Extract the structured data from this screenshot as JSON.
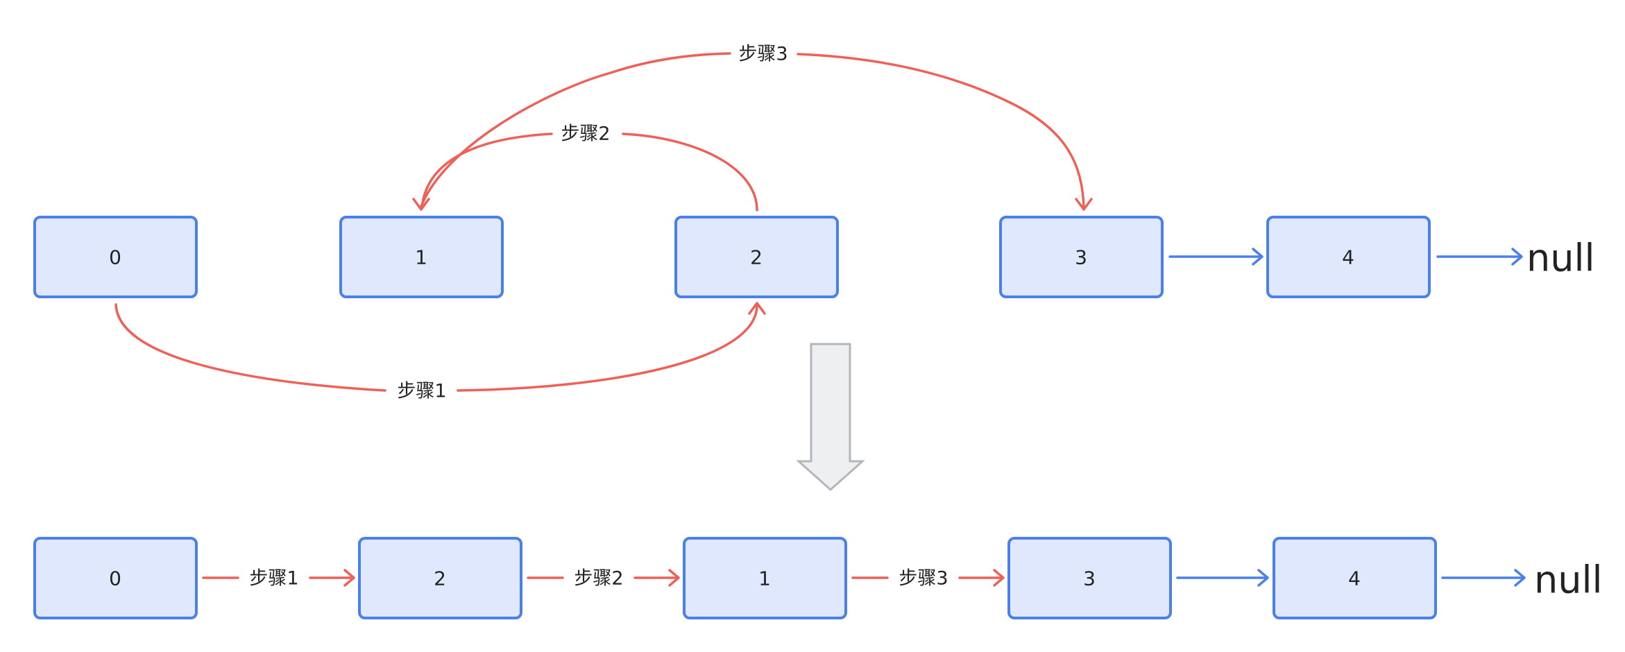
{
  "top_row": {
    "nodes": [
      "0",
      "1",
      "2",
      "3",
      "4"
    ],
    "null_label": "null",
    "steps": {
      "step1": "步骤1",
      "step2": "步骤2",
      "step3": "步骤3"
    }
  },
  "bottom_row": {
    "nodes": [
      "0",
      "2",
      "1",
      "3",
      "4"
    ],
    "null_label": "null",
    "steps": [
      "步骤1",
      "步骤2",
      "步骤3"
    ]
  },
  "colors": {
    "node_fill": "#dfe8fd",
    "node_stroke": "#4a80ec",
    "step_arrow": "#ee6158",
    "link_arrow": "#4a80ec",
    "transition_arrow_fill": "#eeeff1",
    "transition_arrow_stroke": "#b3b6bb"
  }
}
